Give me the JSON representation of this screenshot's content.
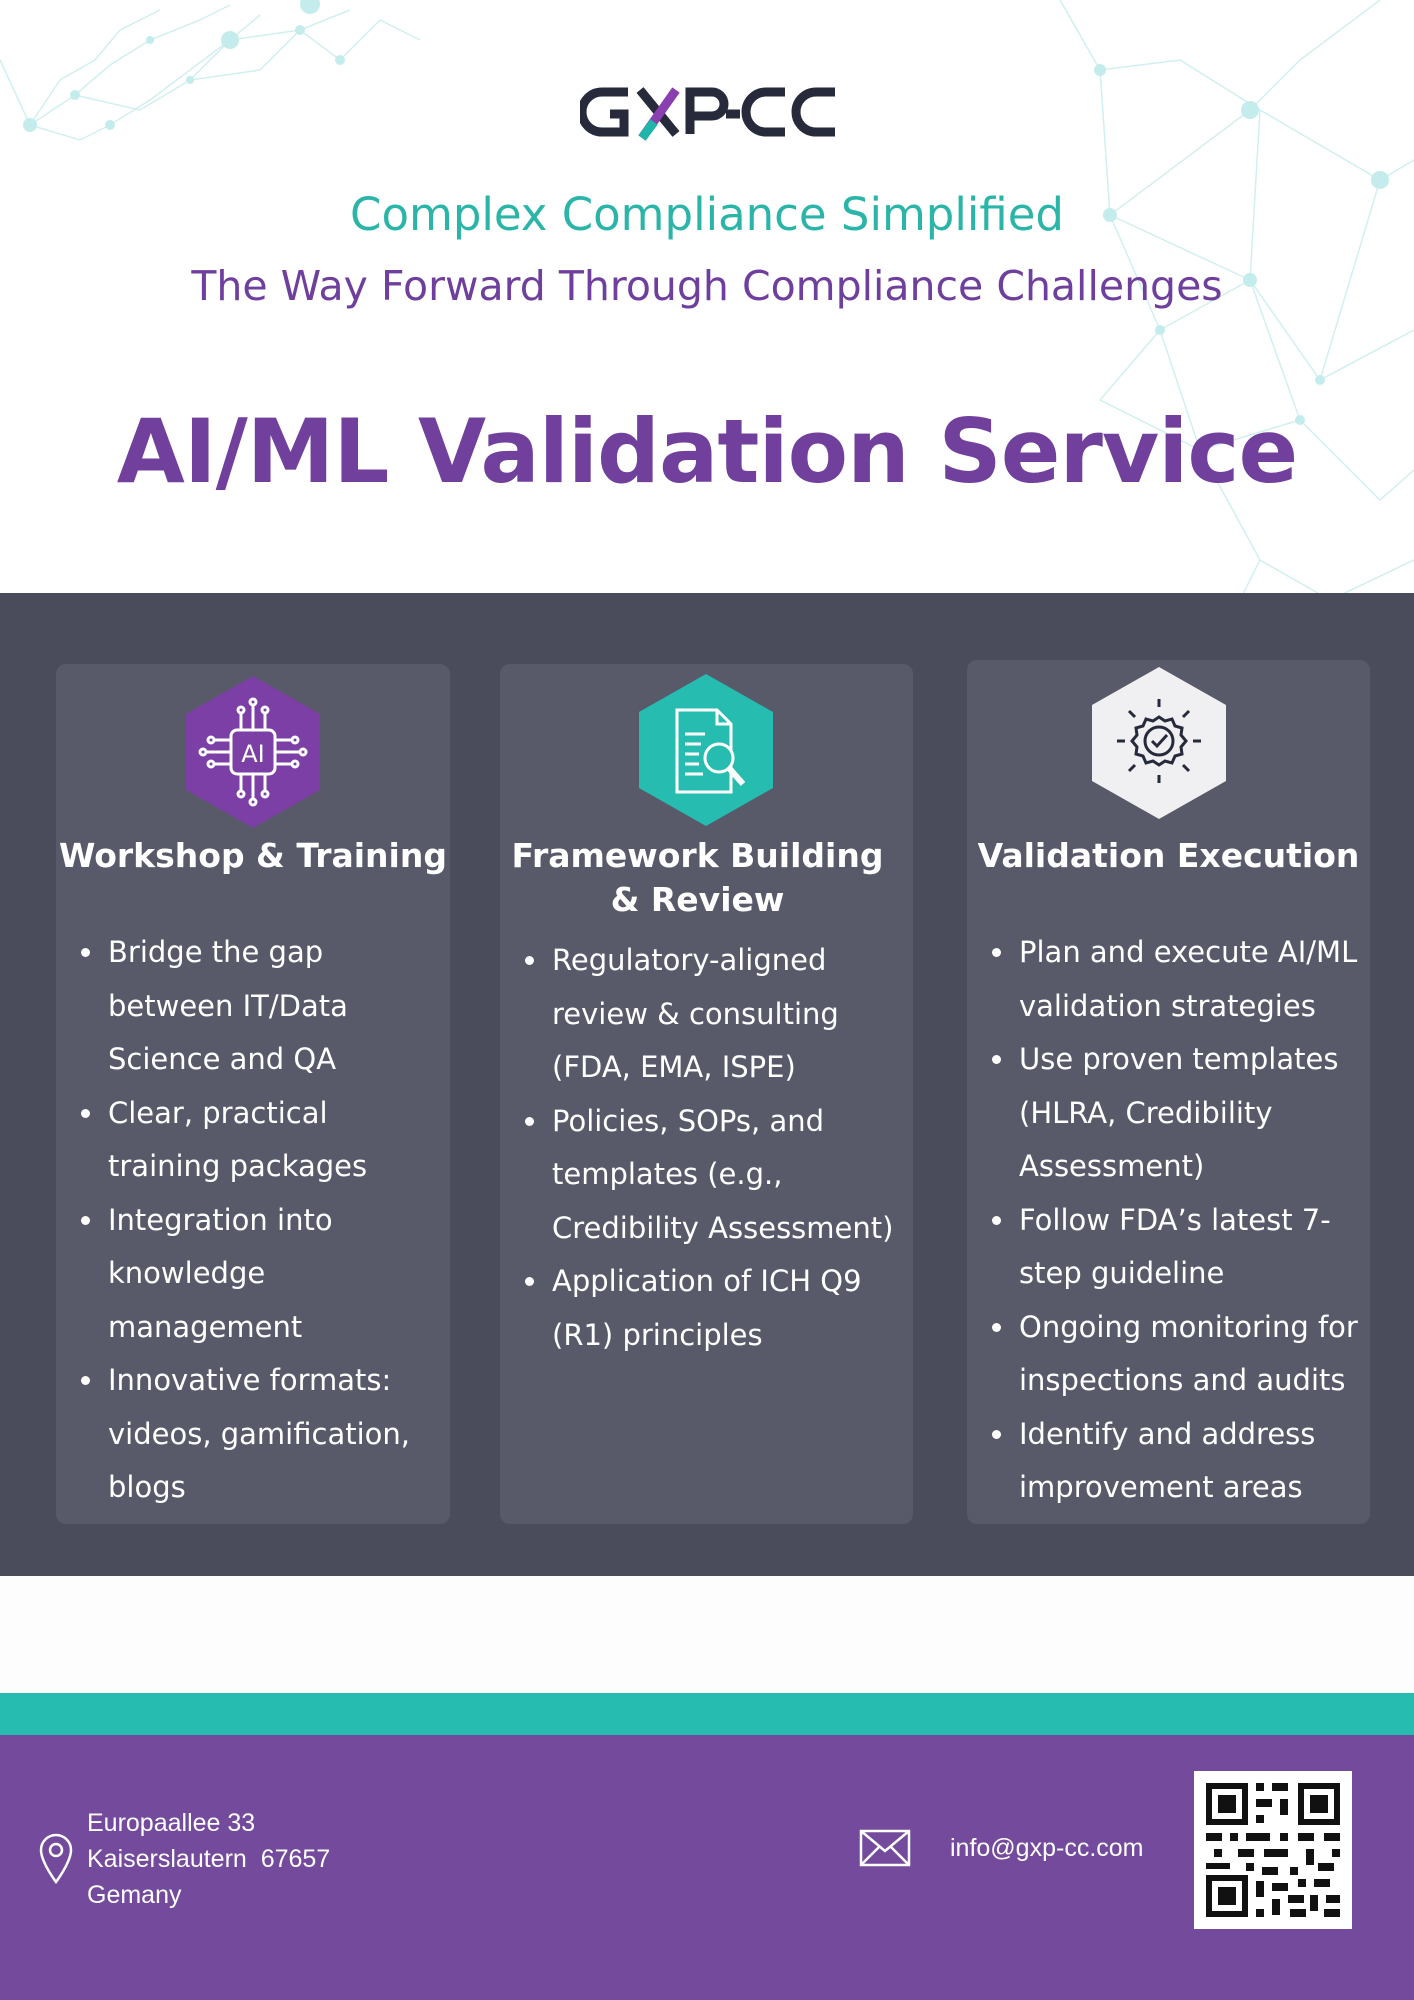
{
  "brand": {
    "logo_text": "GXP-CC",
    "colors": {
      "purple": "#70409c",
      "teal": "#2bb5a8",
      "dark_band": "#4a4c5c",
      "card": "#585a6a",
      "footer": "#744a9c"
    }
  },
  "header": {
    "tagline_1": "Complex Compliance Simplified",
    "tagline_2": "The Way Forward Through Compliance Challenges",
    "title": "AI/ML Validation Service"
  },
  "cards": [
    {
      "icon": "ai-chip-icon",
      "title_line_1": "Workshop & Training",
      "title_line_2": "",
      "bullets": [
        "Bridge the gap between IT/Data Science and QA",
        "Clear, practical training packages",
        "Integration into knowledge management",
        "Innovative formats: videos, gamification, blogs"
      ]
    },
    {
      "icon": "document-search-icon",
      "title_line_1": "Framework Building",
      "title_line_2": "& Review",
      "bullets": [
        "Regulatory-aligned review & consulting (FDA, EMA, ISPE)",
        "Policies, SOPs, and templates (e.g., Credibility Assessment)",
        "Application of ICH Q9 (R1) principles"
      ]
    },
    {
      "icon": "verified-badge-icon",
      "title_line_1": "Validation Execution",
      "title_line_2": "",
      "bullets": [
        "Plan and execute AI/ML validation strategies",
        "Use proven templates (HLRA, Credibility Assessment)",
        "Follow FDA’s latest 7-step guideline",
        "Ongoing monitoring for inspections and audits",
        "Identify and address improvement areas"
      ]
    }
  ],
  "footer": {
    "address_line_1": "Europaallee 33",
    "address_line_2": "Kaiserslautern  67657",
    "address_line_3": "Gemany",
    "email": "info@gxp-cc.com",
    "location_icon": "location-pin-icon",
    "email_icon": "envelope-icon",
    "qr_icon": "qr-code"
  }
}
